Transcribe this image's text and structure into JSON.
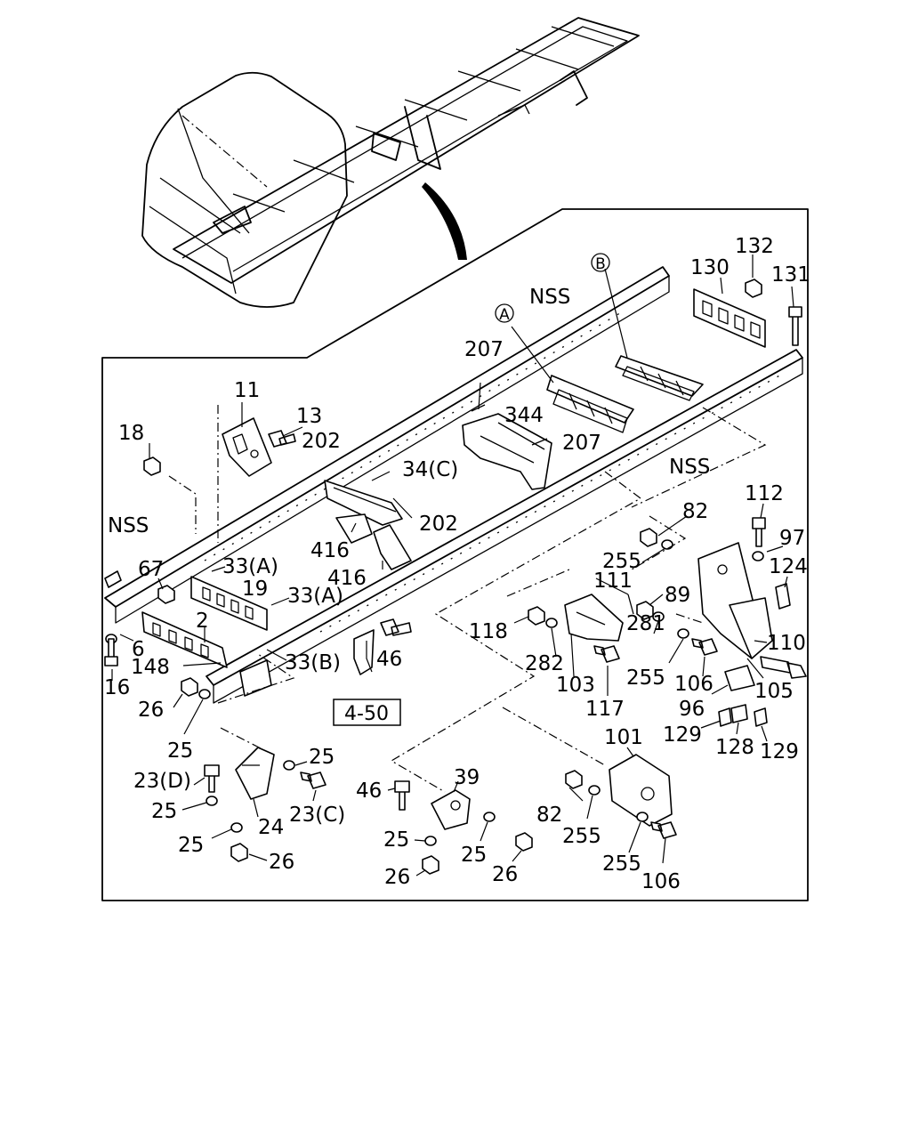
{
  "labels": {
    "nss_top": "NSS",
    "nss_right": "NSS",
    "nss_left": "NSS",
    "l132": "132",
    "l130": "130",
    "l131": "131",
    "l207a": "207",
    "l207b": "207",
    "l344": "344",
    "l11": "11",
    "l13": "13",
    "l18": "18",
    "l202a": "202",
    "l202b": "202",
    "l34c": "34(C)",
    "l416a": "416",
    "l416b": "416",
    "l112": "112",
    "l82a": "82",
    "l97": "97",
    "l255a": "255",
    "l124": "124",
    "l67": "67",
    "l33a1": "33(A)",
    "l19": "19",
    "l33a2": "33(A)",
    "l2": "2",
    "l6": "6",
    "l148": "148",
    "l33b": "33(B)",
    "l46a": "46",
    "l16": "16",
    "l26a": "26",
    "l25a": "25",
    "l111": "111",
    "l89": "89",
    "l118": "118",
    "l281": "281",
    "l282": "282",
    "l103": "103",
    "l110": "110",
    "l255b": "255",
    "l106a": "106",
    "l105": "105",
    "l117": "117",
    "l96": "96",
    "l129a": "129",
    "l128": "128",
    "l129b": "129",
    "l101": "101",
    "l25b": "25",
    "l23d": "23(D)",
    "l39": "39",
    "l25c": "25",
    "l23c": "23(C)",
    "l24": "24",
    "l46b": "46",
    "l82b": "82",
    "l255c": "255",
    "l25d": "25",
    "l26b": "26",
    "l25e": "25",
    "l25f": "25",
    "l26c": "26",
    "l26d": "26",
    "l255d": "255",
    "l106b": "106"
  },
  "circled": {
    "a": "A",
    "b": "B"
  },
  "reference": {
    "box_label": "4-50"
  }
}
